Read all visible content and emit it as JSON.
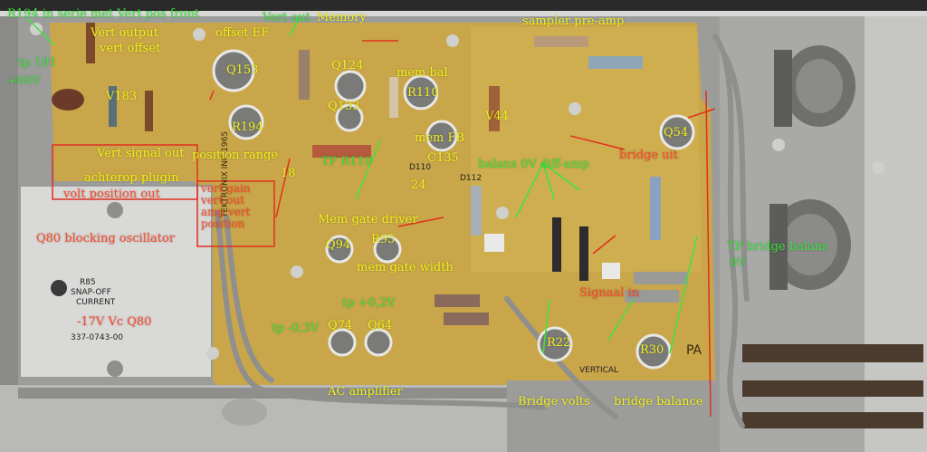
{
  "colors": {
    "label_yellow": "#f2f21a",
    "label_green": "#3ce63c",
    "label_red": "#ff4a2a",
    "pcb_gold": "#c9a64a",
    "chassis_grey": "#b8b8b6"
  },
  "labels": {
    "r194_series": "R194 in serie met Vert pos front",
    "vert_output": "Vert output",
    "vert_offset": "vert offset",
    "tp191": "tp 191",
    "plus60v": "+60V",
    "v183": "V183",
    "offset_ef": "offset EF",
    "q153": "Q153",
    "vert_out": "Vert out",
    "memory": "Memory",
    "sampler_preamp": "sampler pre-amp",
    "q124": "Q124",
    "mem_bal": "mem bal",
    "r110": "R110",
    "q133": "Q133",
    "v44": "V44",
    "r194": "R194",
    "q54": "Q54",
    "mem_fb": "mem FB",
    "c135": "C135",
    "vert_signal_out": "Vert signal out",
    "position_range": "position range",
    "tp_r110": "TP R110",
    "balans_0v": "balans 0V diff-amp",
    "bridge_uit": "bridge uit",
    "achterop_plugin": "achterop plugin",
    "volt_position_out": "volt position out",
    "vert_gain_block": "vert gain vert out amp vert position",
    "mem_gate_driver": "Mem gate driver",
    "num_18": "18",
    "num_24": "24",
    "q80_blocking": "Q80 blocking oscillator",
    "q94": "Q94",
    "r95": "R95",
    "tp_bridge_balans": "TP bridge balans",
    "tp_bridge_balans_0v": "0V",
    "mem_gate_width": "mem gate width",
    "signaal_in": "Signaal in",
    "tp_plus_02v": "tp +0,2V",
    "tp_minus_03v": "tp -0,3V",
    "q74": "Q74",
    "q64": "Q64",
    "minus17v_q80": "-17V Vc Q80",
    "r22": "R22",
    "r30": "R30",
    "ac_amplifier": "AC amplifier",
    "bridge_volts": "Bridge volts",
    "bridge_balance": "bridge balance"
  },
  "printed": {
    "r85": "R85",
    "snap_off": "SNAP-OFF",
    "current": "CURRENT",
    "part_no": "337-0743-00",
    "tek_vertical": "TEKTRONIX INC 1965",
    "d110": "D110",
    "d112": "D112",
    "vertical": "VERTICAL",
    "pa": "PA"
  }
}
